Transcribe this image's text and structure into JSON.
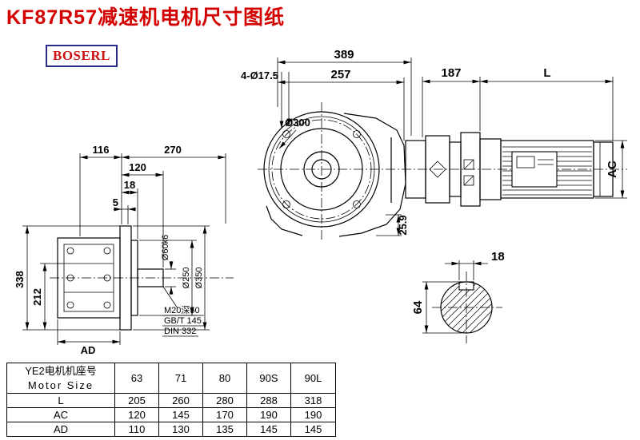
{
  "page": {
    "title": "KF87R57减速机电机尺寸图纸",
    "brand": "BOSERL"
  },
  "front": {
    "width_total": "389",
    "width_inner": "257",
    "bolt_note": "4-Ø17.5",
    "bolt_circle": "Ø300",
    "corner": "25.9"
  },
  "motor": {
    "adapter": "187",
    "length": "L",
    "height": "AC"
  },
  "side": {
    "w116": "116",
    "w270": "270",
    "w120": "120",
    "w18": "18",
    "w5": "5",
    "h338": "338",
    "h212": "212",
    "ad": "AD",
    "shaft_dia": "Ø60k6",
    "spigot_dia": "Ø250",
    "flange_dia": "Ø350",
    "note1": "M20深50",
    "note2": "GB/T 145",
    "note3": "DIN 332"
  },
  "section": {
    "key": "18",
    "across": "64"
  },
  "table": {
    "header_cn": "YE2电机机座号",
    "header_en": "Motor Size",
    "sizes": [
      "63",
      "71",
      "80",
      "90S",
      "90L"
    ],
    "rows": [
      {
        "label": "L",
        "values": [
          "205",
          "260",
          "280",
          "288",
          "318"
        ]
      },
      {
        "label": "AC",
        "values": [
          "120",
          "145",
          "170",
          "190",
          "190"
        ]
      },
      {
        "label": "AD",
        "values": [
          "110",
          "130",
          "135",
          "145",
          "145"
        ]
      }
    ]
  }
}
